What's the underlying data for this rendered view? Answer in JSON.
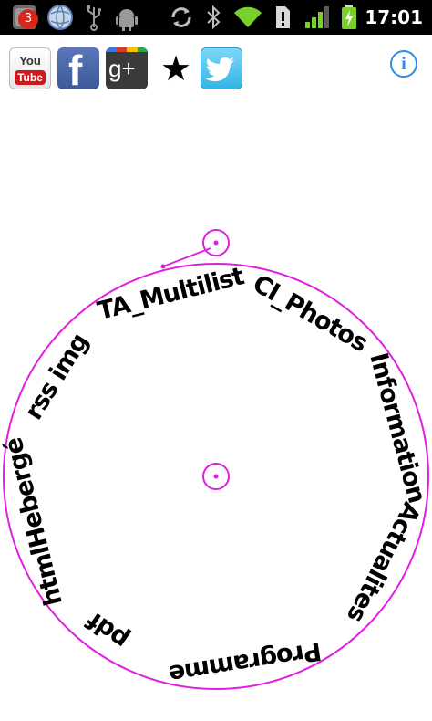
{
  "status_bar": {
    "notification_count": "3",
    "clock": "17:01"
  },
  "toolbar": {
    "youtube": {
      "top": "You",
      "bottom": "Tube"
    },
    "facebook": {
      "letter": "f"
    },
    "google_plus": {
      "text": "g+"
    },
    "favorite_glyph": "★",
    "info_glyph": "i"
  },
  "wheel": {
    "items": [
      "TA_Multilist",
      "CI_Photos",
      "Information",
      "Actualites",
      "Programme",
      "pdf",
      "htmlHebergé",
      "rss img"
    ]
  },
  "colors": {
    "wheel_stroke": "#e020e0",
    "status_bar_bg": "#000000",
    "info_blue": "#2b8de8"
  }
}
